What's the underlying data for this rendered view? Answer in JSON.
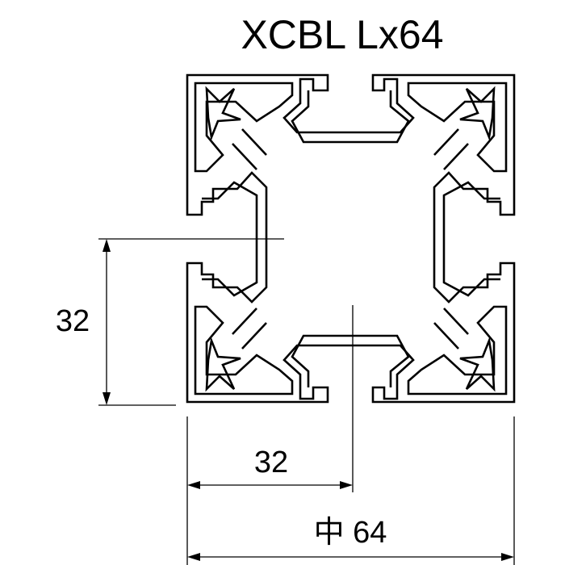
{
  "title": "XCBL Lx64",
  "dimensions": {
    "height_label": "32",
    "width_half_label": "32",
    "width_full_label": "中 64"
  },
  "colors": {
    "line": "#000000",
    "background": "#ffffff"
  }
}
